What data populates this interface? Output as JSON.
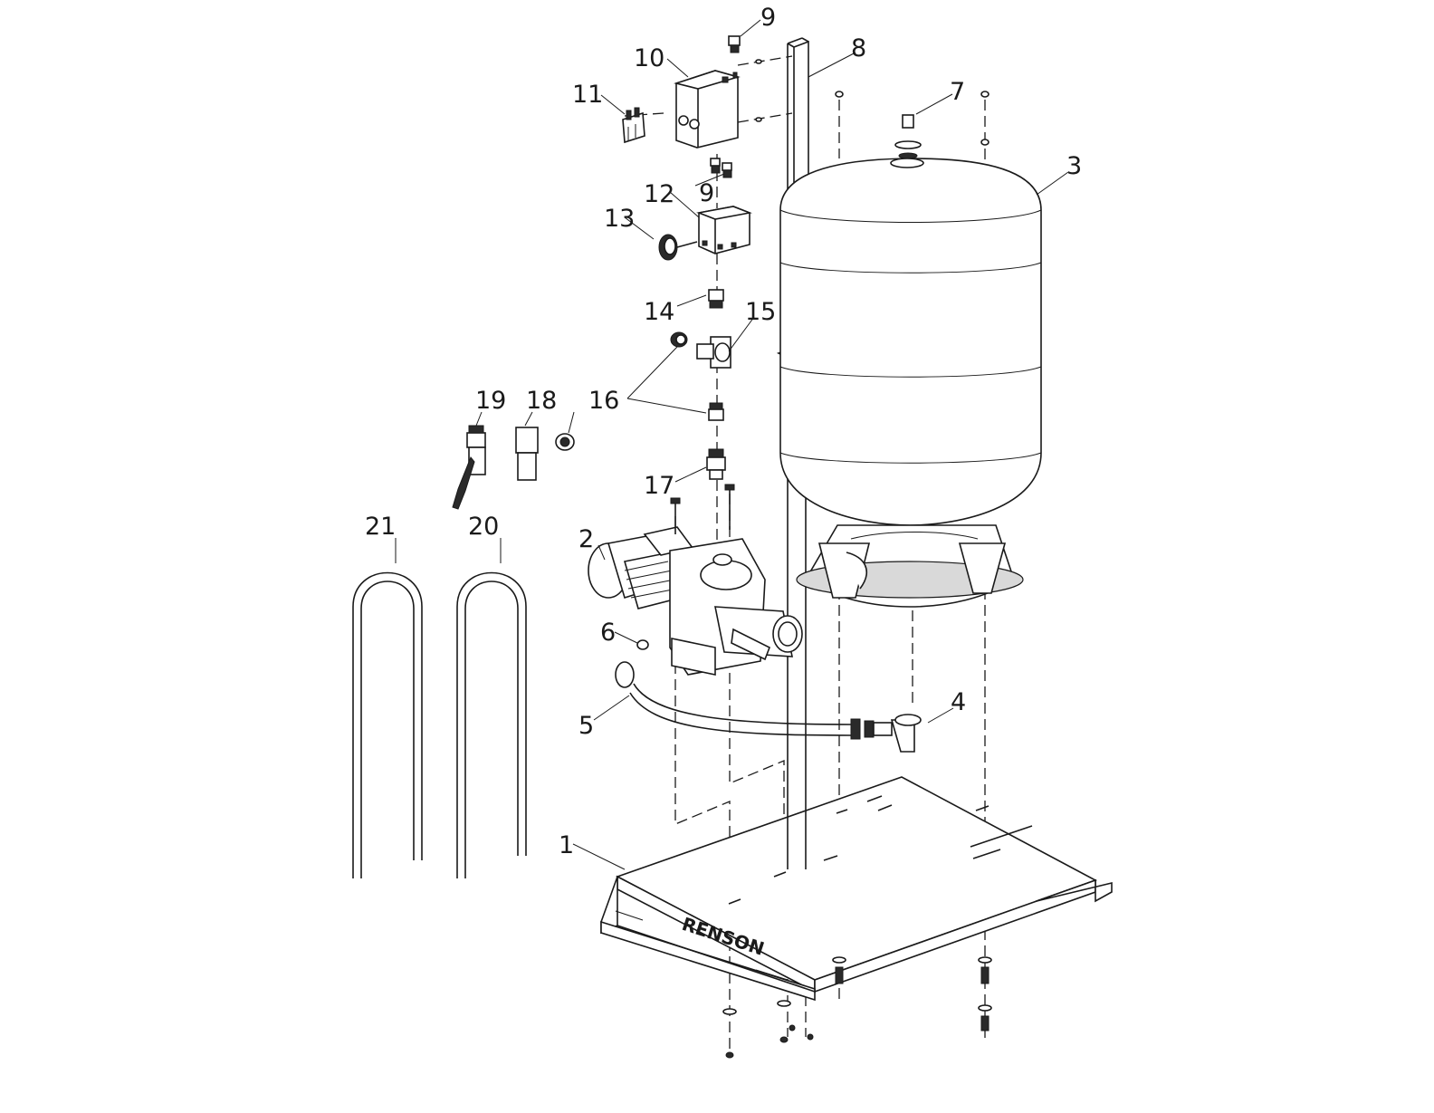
{
  "diagram": {
    "brand_text": "RENSON",
    "callouts": [
      "1",
      "2",
      "3",
      "4",
      "5",
      "6",
      "7",
      "8",
      "9",
      "9",
      "10",
      "11",
      "12",
      "13",
      "14",
      "15",
      "16",
      "17",
      "18",
      "19",
      "20",
      "21"
    ]
  }
}
